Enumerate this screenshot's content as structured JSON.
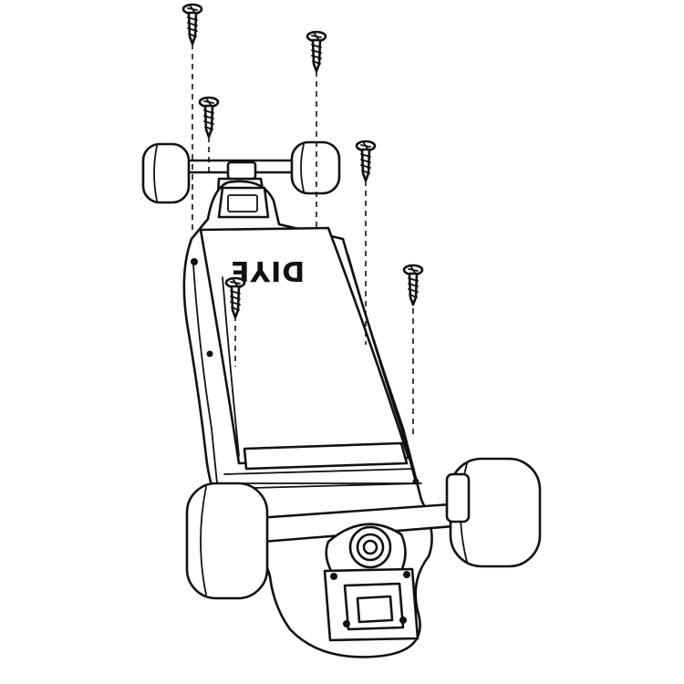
{
  "logo": {
    "text": "DIYE"
  },
  "screws": {
    "count": 6,
    "orientation": "pointing-down"
  },
  "colors": {
    "line": "#111111",
    "background": "#ffffff"
  }
}
